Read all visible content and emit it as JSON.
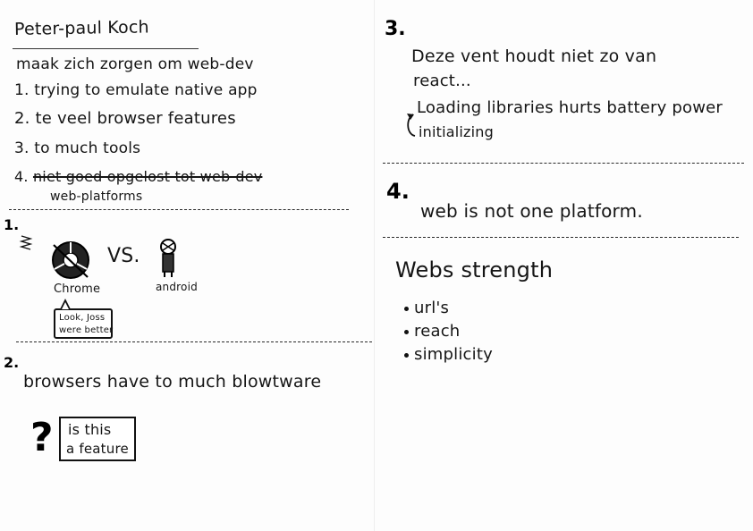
{
  "left": {
    "header": {
      "name": "Peter-paul Koch",
      "subtitle": "maak zich zorgen om web-dev"
    },
    "list": [
      "1. trying to emulate native app",
      "2. te veel browser features",
      "3. to much tools"
    ],
    "item4": {
      "num": "4.",
      "struck": "niet goed opgelost tot web-dev",
      "below": "web-platforms"
    },
    "section1": {
      "num": "1.",
      "vs": "VS.",
      "chrome_label": "Chrome",
      "android_label": "android",
      "bubble_lines": [
        "Look, Joss",
        "were better"
      ]
    },
    "section2": {
      "num": "2.",
      "text": "browsers have to much blowtware",
      "question": "?",
      "box_lines": [
        "is this",
        "a feature"
      ]
    }
  },
  "right": {
    "section3": {
      "num": "3.",
      "line1": "Deze vent houdt niet zo van",
      "line2": "react...",
      "arrow_text": "Loading libraries hurts battery power",
      "arrow_text2": "initializing"
    },
    "section4": {
      "num": "4.",
      "text": "web is not one platform."
    },
    "strength": {
      "title": "Webs strength",
      "bullets": [
        "url's",
        "reach",
        "simplicity"
      ]
    }
  }
}
